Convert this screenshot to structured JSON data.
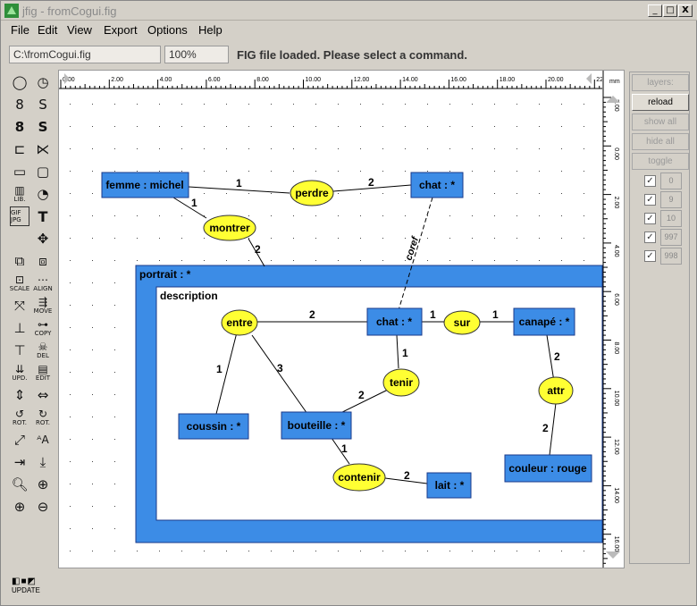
{
  "window": {
    "title": "jfig - fromCogui.fig",
    "min_label": "_",
    "max_label": "□",
    "close_label": "X"
  },
  "menu": [
    {
      "label": "File"
    },
    {
      "label": "Edit"
    },
    {
      "label": "View"
    },
    {
      "label": "Export"
    },
    {
      "label": "Options"
    },
    {
      "label": "Help"
    }
  ],
  "toolbar": {
    "filename": "C:\\fromCogui.fig",
    "zoom": "100%",
    "status": "FIG file loaded. Please select a command."
  },
  "tools": {
    "lib": "LIB.",
    "gif_jpg": "GIF JPG",
    "scale": "SCALE",
    "align": "ALIGN",
    "move": "MOVE",
    "copy": "COPY",
    "del": "DEL",
    "updt": "UPD.",
    "edit": "EDIT",
    "rot1": "ROT.",
    "rot2": "ROT.",
    "update": "UPDATE"
  },
  "ruler": {
    "unit": "mm",
    "top_ticks": [
      "0.00",
      "2.00",
      "4.00",
      "6.00",
      "8.00",
      "10.00",
      "12.00",
      "14.00",
      "16.00",
      "18.00",
      "20.00",
      "22"
    ],
    "right_ticks": [
      "2.00",
      "0.00",
      "2.00",
      "4.00",
      "6.00",
      "8.00",
      "10.00",
      "12.00",
      "14.00",
      "16.00"
    ]
  },
  "layers": {
    "title": "layers:",
    "buttons": [
      {
        "label": "reload",
        "active": true
      },
      {
        "label": "show all"
      },
      {
        "label": "hide all"
      },
      {
        "label": "toggle"
      }
    ],
    "rows": [
      {
        "checked": "✓",
        "depth": "0"
      },
      {
        "checked": "✓",
        "depth": "9"
      },
      {
        "checked": "✓",
        "depth": "10"
      },
      {
        "checked": "✓",
        "depth": "997"
      },
      {
        "checked": "✓",
        "depth": "998"
      }
    ]
  },
  "graph": {
    "colors": {
      "concept": "#3c8ce6",
      "relation": "#ffff33",
      "border": "#1a3a8a"
    },
    "contexts": {
      "outer": "portrait : *",
      "inner": "description"
    },
    "concepts": {
      "femme": "femme : michel",
      "chat_top": "chat : *",
      "chat_in": "chat : *",
      "canape": "canapé : *",
      "coussin": "coussin : *",
      "bouteille": "bouteille : *",
      "lait": "lait : *",
      "couleur": "couleur : rouge"
    },
    "relations": {
      "perdre": "perdre",
      "montrer": "montrer",
      "entre": "entre",
      "sur": "sur",
      "tenir": "tenir",
      "attr": "attr",
      "contenir": "contenir"
    },
    "edge_labels": {
      "e1": "1",
      "e2": "2",
      "e3": "1",
      "e4": "2",
      "e5": "2",
      "e6": "1",
      "e7": "1",
      "e8": "2",
      "e9": "3",
      "e10": "2",
      "e11": "1",
      "e12": "1",
      "e13": "2",
      "e14": "1",
      "e15": "2"
    },
    "coref": "coref"
  }
}
